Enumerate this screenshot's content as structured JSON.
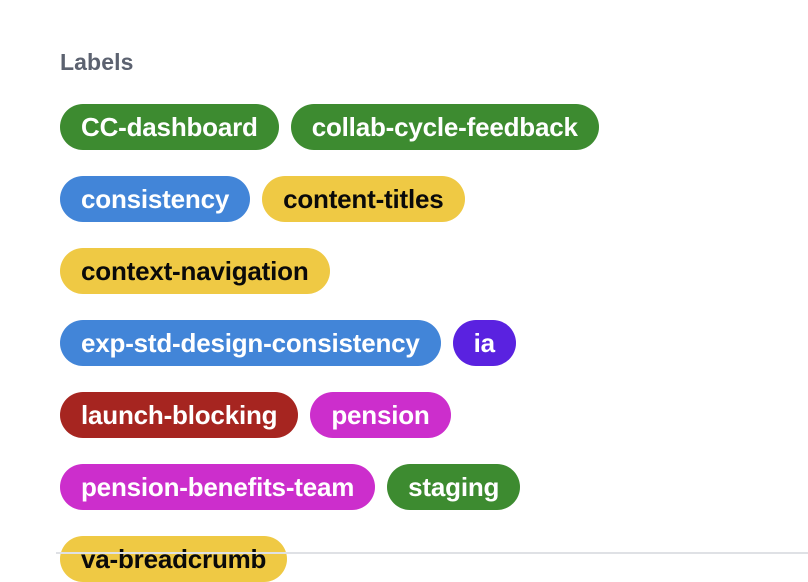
{
  "section": {
    "heading": "Labels",
    "heading_color": "#5c6270"
  },
  "page": {
    "background_color": "#ffffff",
    "divider_color": "#dfe1e5"
  },
  "labels": [
    {
      "text": "CC-dashboard",
      "bg": "#3d8b30",
      "fg": "#ffffff",
      "row": 1
    },
    {
      "text": "collab-cycle-feedback",
      "bg": "#3d8b30",
      "fg": "#ffffff",
      "row": 1
    },
    {
      "text": "consistency",
      "bg": "#4285d8",
      "fg": "#ffffff",
      "row": 2
    },
    {
      "text": "content-titles",
      "bg": "#efc944",
      "fg": "#0a0a0a",
      "row": 2
    },
    {
      "text": "context-navigation",
      "bg": "#efc944",
      "fg": "#0a0a0a",
      "row": 3
    },
    {
      "text": "exp-std-design-consistency",
      "bg": "#4285d8",
      "fg": "#ffffff",
      "row": 4
    },
    {
      "text": "ia",
      "bg": "#5a22e0",
      "fg": "#ffffff",
      "row": 4
    },
    {
      "text": "launch-blocking",
      "bg": "#a62520",
      "fg": "#ffffff",
      "row": 5
    },
    {
      "text": "pension",
      "bg": "#cc2ecc",
      "fg": "#ffffff",
      "row": 5
    },
    {
      "text": "pension-benefits-team",
      "bg": "#cc2ecc",
      "fg": "#ffffff",
      "row": 6
    },
    {
      "text": "staging",
      "bg": "#3d8b30",
      "fg": "#ffffff",
      "row": 6
    },
    {
      "text": "va-breadcrumb",
      "bg": "#efc944",
      "fg": "#0a0a0a",
      "row": 7
    }
  ]
}
